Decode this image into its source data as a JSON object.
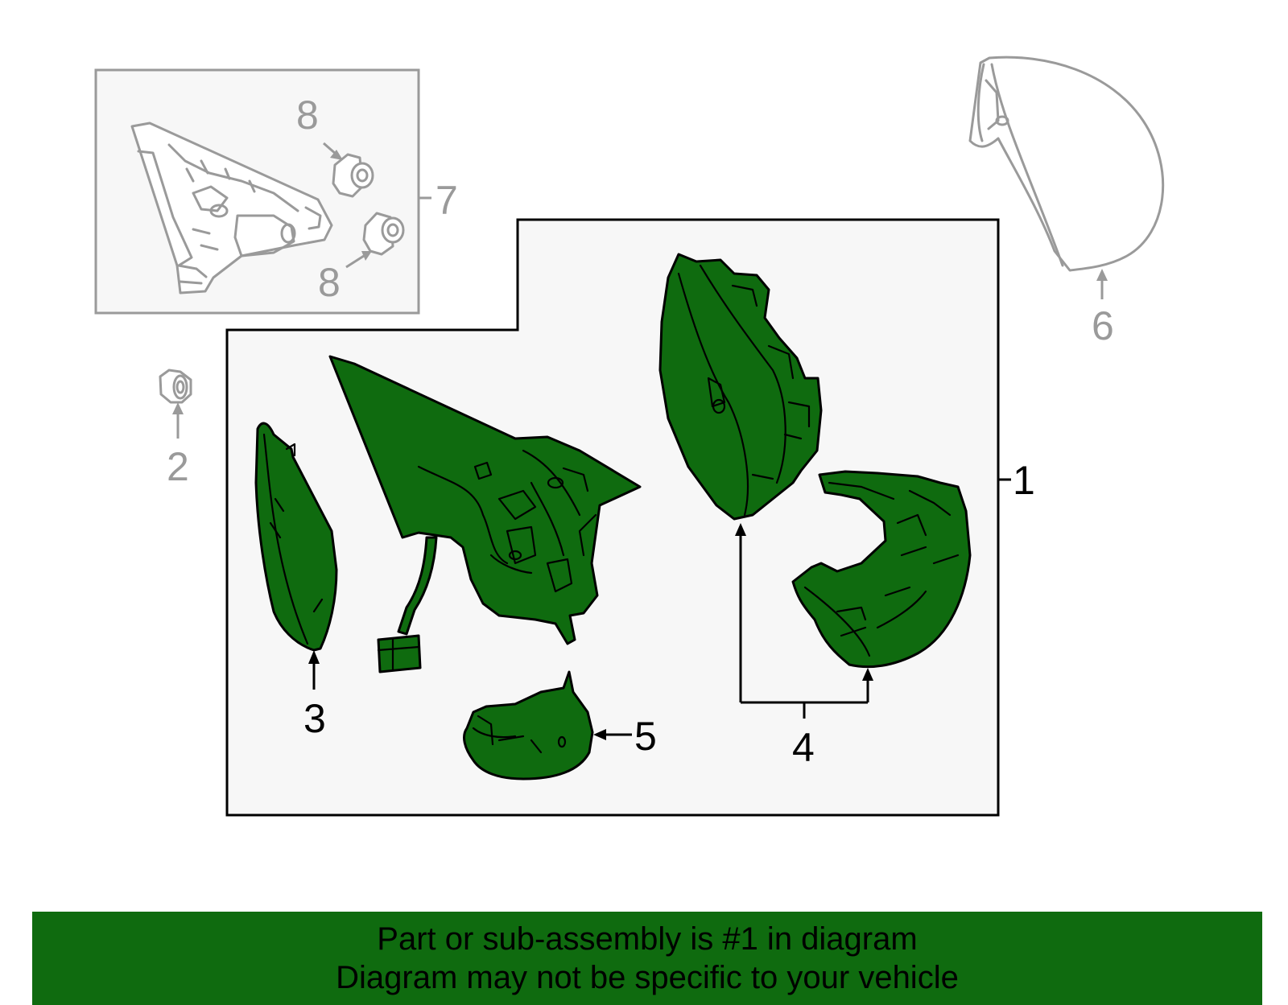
{
  "callouts": {
    "c1": "1",
    "c2": "2",
    "c3": "3",
    "c4": "4",
    "c5": "5",
    "c6": "6",
    "c7": "7",
    "c8a": "8",
    "c8b": "8"
  },
  "banner": {
    "line1": "Part or sub-assembly is #1 in diagram",
    "line2": "Diagram may not be specific to your vehicle"
  },
  "colors": {
    "highlight": "#0f6b0f",
    "outline": "#000000",
    "secondary": "#9a9a9a",
    "panel": "#f7f7f7"
  }
}
